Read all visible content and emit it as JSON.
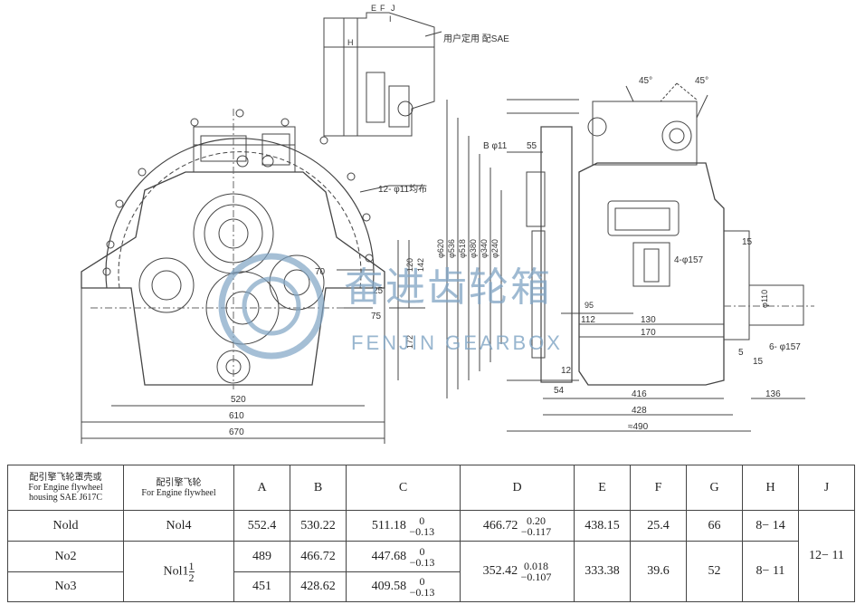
{
  "drawing": {
    "front_view_dims": {
      "w520": "520",
      "w610": "610",
      "w670": "670",
      "d70": "70",
      "d25": "25",
      "d75": "75",
      "d120": "120",
      "d142": "142",
      "d172": "172",
      "hole": "12- φ11均布"
    },
    "top_view_label": "用户定用\n配SAE",
    "top_view_letters": [
      "E",
      "F",
      "J",
      "I",
      "H"
    ],
    "side_view_dims": {
      "phi620": "φ620",
      "phi536": "φ536",
      "phi518": "φ518",
      "phi380": "φ380",
      "phi340": "φ340",
      "phi240": "φ240",
      "b_phi11": "B φ11",
      "d55": "55",
      "d54": "54",
      "d12": "12",
      "d95": "95",
      "d112": "112",
      "d130": "130",
      "d170": "170",
      "d416": "416",
      "d428": "428",
      "d490": "≈490",
      "d136": "136",
      "d15a": "15",
      "d15b": "15",
      "d5": "5",
      "phi157a": "4-φ157",
      "phi157b": "6- φ157",
      "phi110": "φ110",
      "angle1": "45°",
      "angle2": "45°"
    }
  },
  "watermark": {
    "chinese": "奋进齿轮箱",
    "english": "FENJIN GEARBOX"
  },
  "table": {
    "header": {
      "col1": [
        "配引擎飞轮罩壳或",
        "For Engine flywheel",
        "housing SAE J617C"
      ],
      "col2": [
        "配引擎飞轮",
        "For Engine flywheel"
      ],
      "cols": [
        "A",
        "B",
        "C",
        "D",
        "E",
        "F",
        "G",
        "H",
        "J"
      ]
    },
    "rows": [
      {
        "housing": "Nold",
        "A": "552.4",
        "B": "530.22",
        "C_base": "511.18",
        "C_up": "0",
        "C_down": "−0.13",
        "E": "438.15",
        "F": "25.4",
        "G": "66",
        "H": "8− 14"
      },
      {
        "housing": "No2",
        "A": "489",
        "B": "466.72",
        "C_base": "447.68",
        "C_up": "0",
        "C_down": "−0.13",
        "G": "52",
        "H": "8− 11"
      },
      {
        "housing": "No3",
        "A": "451",
        "B": "428.62",
        "C_base": "409.58",
        "C_up": "0",
        "C_down": "−0.13"
      }
    ],
    "flywheel_1": "Nol4",
    "flywheel_2_whole": "Nol1",
    "flywheel_2_num": "1",
    "flywheel_2_den": "2",
    "D1": {
      "base": "466.72",
      "up": "0.20",
      "down": "−0.117"
    },
    "D2": {
      "base": "352.42",
      "up": "0.018",
      "down": "−0.107"
    },
    "E2": "333.38",
    "F2": "39.6",
    "J": "12− 11"
  }
}
